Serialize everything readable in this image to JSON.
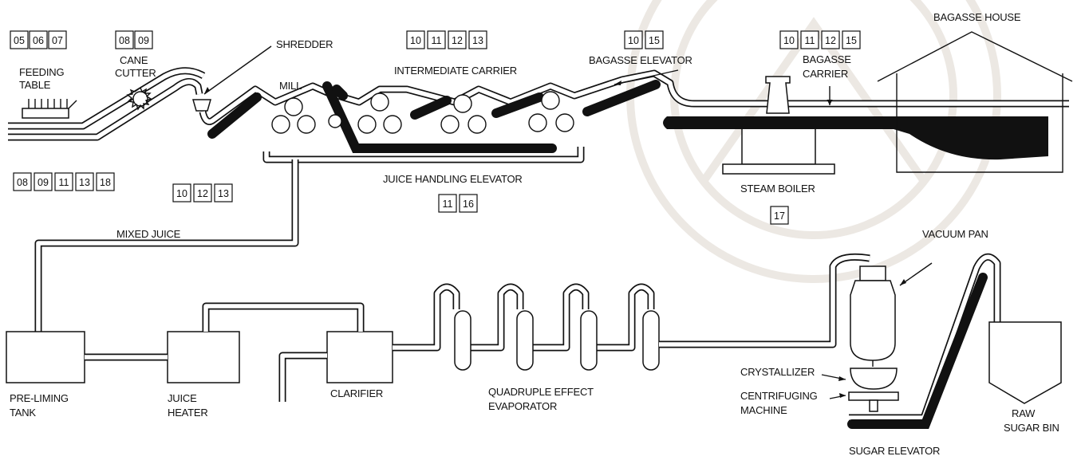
{
  "stations": [
    {
      "id": "feeding_table",
      "label_lines": [
        "FEEDING",
        "TABLE"
      ],
      "codes": [
        "05",
        "06",
        "07"
      ]
    },
    {
      "id": "cane_cutter",
      "label_lines": [
        "CANE",
        "CUTTER"
      ],
      "codes": [
        "08",
        "09"
      ]
    },
    {
      "id": "shredder",
      "label_lines": [
        "SHREDDER"
      ]
    },
    {
      "id": "mill",
      "label_lines": [
        "MILL"
      ]
    },
    {
      "id": "intermediate_carrier",
      "label_lines": [
        "INTERMEDIATE CARRIER"
      ],
      "codes": [
        "10",
        "11",
        "12",
        "13"
      ]
    },
    {
      "id": "bagasse_elevator",
      "label_lines": [
        "BAGASSE ELEVATOR"
      ],
      "codes": [
        "10",
        "15"
      ]
    },
    {
      "id": "bagasse_carrier",
      "label_lines": [
        "BAGASSE",
        "CARRIER"
      ],
      "codes": [
        "10",
        "11",
        "12",
        "15"
      ]
    },
    {
      "id": "bagasse_house",
      "label_lines": [
        "BAGASSE HOUSE"
      ]
    },
    {
      "id": "juice_handling_elevator",
      "label_lines": [
        "JUICE HANDLING ELEVATOR"
      ],
      "codes": [
        "11",
        "16"
      ]
    },
    {
      "id": "steam_boiler",
      "label_lines": [
        "STEAM BOILER"
      ],
      "codes": [
        "17"
      ]
    },
    {
      "id": "mixed_juice",
      "label_lines": [
        "MIXED JUICE"
      ]
    },
    {
      "id": "pre_liming_tank",
      "label_lines": [
        "PRE-LIMING",
        "TANK"
      ]
    },
    {
      "id": "juice_heater",
      "label_lines": [
        "JUICE",
        "HEATER"
      ]
    },
    {
      "id": "clarifier",
      "label_lines": [
        "CLARIFIER"
      ]
    },
    {
      "id": "evaporator",
      "label_lines": [
        "QUADRUPLE EFFECT",
        "EVAPORATOR"
      ]
    },
    {
      "id": "vacuum_pan",
      "label_lines": [
        "VACUUM PAN"
      ]
    },
    {
      "id": "crystallizer",
      "label_lines": [
        "CRYSTALLIZER"
      ]
    },
    {
      "id": "centrifuging_machine",
      "label_lines": [
        "CENTRIFUGING",
        "MACHINE"
      ]
    },
    {
      "id": "sugar_elevator",
      "label_lines": [
        "SUGAR ELEVATOR"
      ]
    },
    {
      "id": "raw_sugar_bin",
      "label_lines": [
        "RAW",
        "SUGAR BIN"
      ]
    }
  ],
  "free_code_groups": [
    {
      "id": "group_left",
      "codes": [
        "08",
        "09",
        "11",
        "13",
        "18"
      ]
    },
    {
      "id": "group_mid",
      "codes": [
        "10",
        "12",
        "13"
      ]
    }
  ]
}
